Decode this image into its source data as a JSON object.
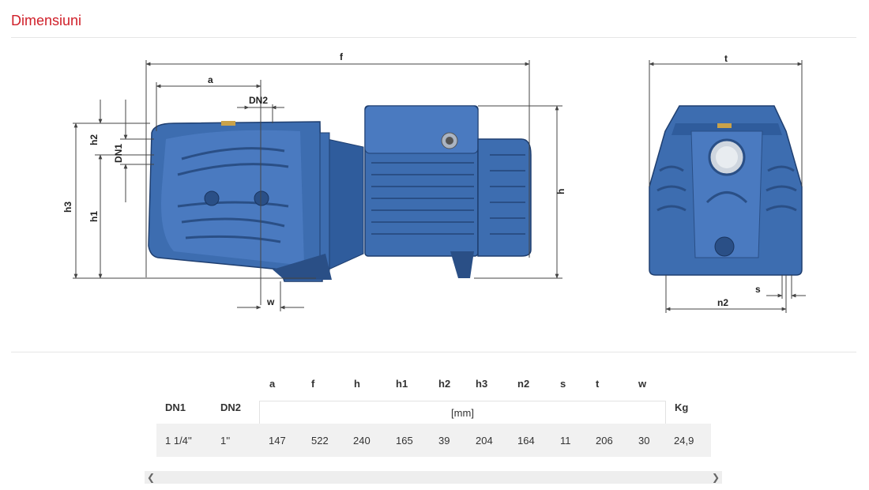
{
  "section": {
    "title": "Dimensiuni"
  },
  "drawing": {
    "labels": {
      "f": "f",
      "a": "a",
      "DN2": "DN2",
      "h2": "h2",
      "DN1": "DN1",
      "h3": "h3",
      "h1": "h1",
      "h": "h",
      "w": "w",
      "t": "t",
      "s": "s",
      "n2": "n2"
    },
    "colors": {
      "pump_body": "#3d6db0",
      "pump_dark": "#2a4f86",
      "pump_light": "#5b8bc9",
      "dim_line": "#444444"
    }
  },
  "table": {
    "headers": {
      "DN1": "DN1",
      "DN2": "DN2",
      "a": "a",
      "f": "f",
      "h": "h",
      "h1": "h1",
      "h2": "h2",
      "h3": "h3",
      "n2": "n2",
      "s": "s",
      "t": "t",
      "w": "w",
      "Kg": "Kg"
    },
    "unit": "[mm]",
    "row": {
      "DN1": "1 1/4''",
      "DN2": "1''",
      "a": "147",
      "f": "522",
      "h": "240",
      "h1": "165",
      "h2": "39",
      "h3": "204",
      "n2": "164",
      "s": "11",
      "t": "206",
      "w": "30",
      "Kg": "24,9"
    }
  },
  "scrollbar": {
    "left_icon": "chevron-left-icon",
    "right_icon": "chevron-right-icon"
  }
}
